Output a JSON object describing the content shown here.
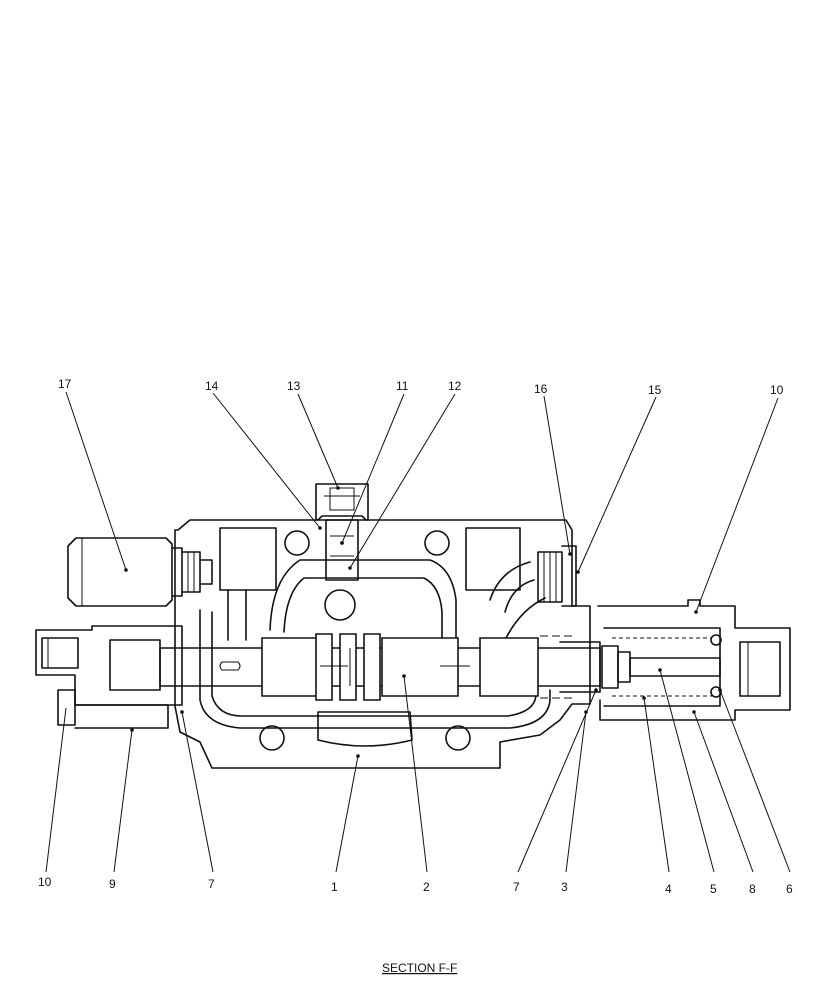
{
  "caption": "SECTION F-F",
  "callouts": {
    "c1": "1",
    "c2": "2",
    "c3": "3",
    "c4": "4",
    "c5": "5",
    "c6": "6",
    "c7a": "7",
    "c7b": "7",
    "c8": "8",
    "c9": "9",
    "c10a": "10",
    "c10b": "10",
    "c11": "11",
    "c12": "12",
    "c13": "13",
    "c14": "14",
    "c15": "15",
    "c16": "16",
    "c17": "17"
  }
}
